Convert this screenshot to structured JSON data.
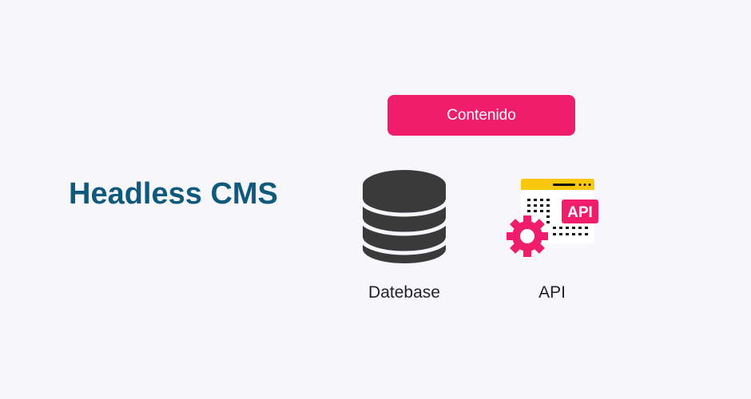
{
  "title": "Headless CMS",
  "content_button": "Contenido",
  "nodes": [
    {
      "label": "Datebase",
      "icon": "database-icon"
    },
    {
      "label": "API",
      "icon": "api-icon",
      "badge": "API"
    }
  ],
  "colors": {
    "accent": "#ef1d6c",
    "title": "#0f5a7c",
    "database": "#3a3a3a",
    "window_bar": "#f9c80e"
  }
}
